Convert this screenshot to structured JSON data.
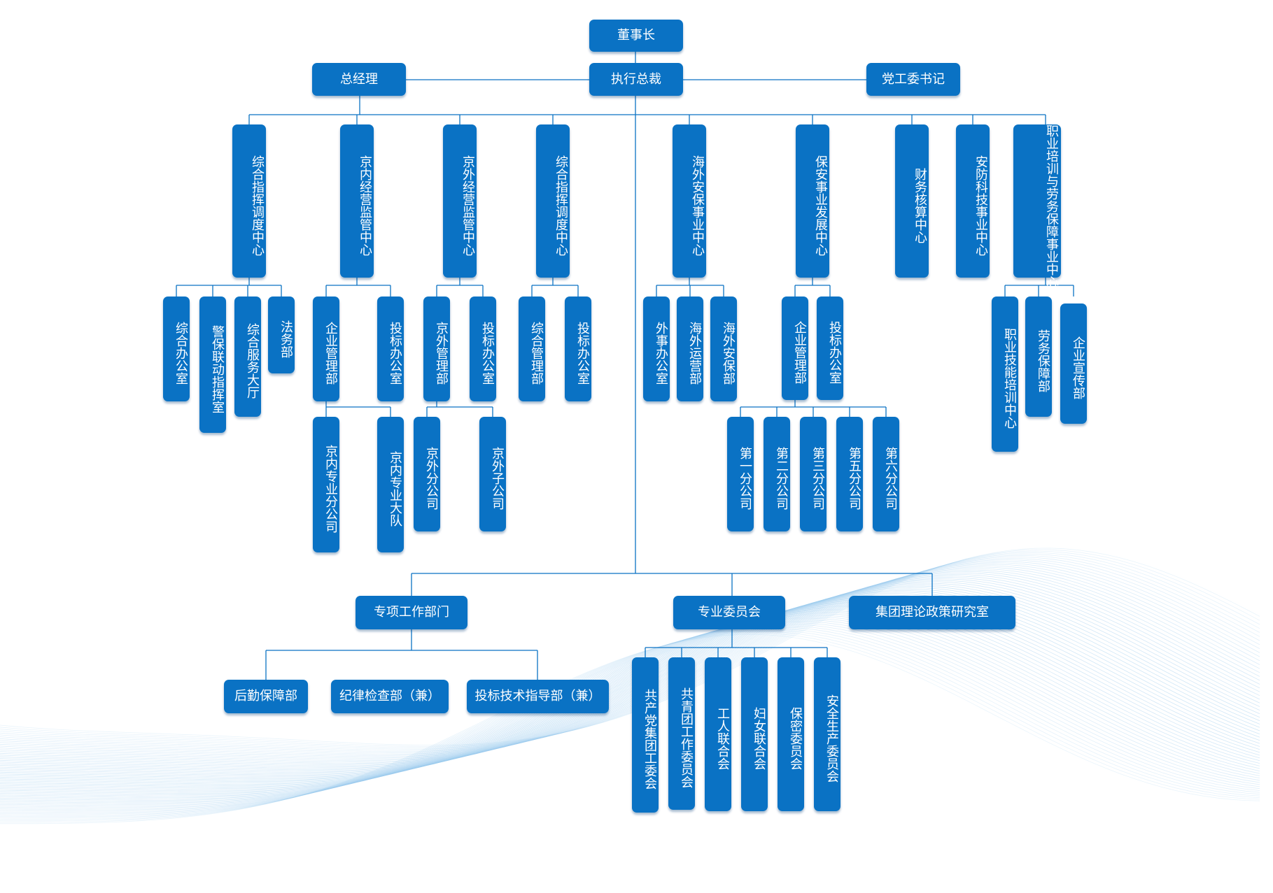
{
  "chairman": "董事长",
  "general_manager": "总经理",
  "executive_president": "执行总裁",
  "party_secretary": "党工委书记",
  "centers": [
    "综合指挥调度中心",
    "京内经营监管中心",
    "京外经营监管中心",
    "综合指挥调度中心",
    "海外安保事业中心",
    "保安事业发展中心",
    "财务核算中心",
    "安防科技事业中心",
    "职业培训与劳务保障事业中心"
  ],
  "departments": {
    "command_center_1": [
      "综合办公室",
      "警保联动指挥室",
      "综合服务大厅",
      "法务部"
    ],
    "beijing_inner": [
      "企业管理部",
      "投标办公室"
    ],
    "beijing_inner_sub": [
      "京内专业分公司",
      "京内专业大队"
    ],
    "beijing_outer": [
      "京外管理部",
      "投标办公室"
    ],
    "beijing_outer_sub": [
      "京外分公司",
      "京外子公司"
    ],
    "command_center_2": [
      "综合管理部",
      "投标办公室"
    ],
    "overseas": [
      "外事办公室",
      "海外运营部",
      "海外安保部"
    ],
    "security_dev": [
      "企业管理部",
      "投标办公室"
    ],
    "security_dev_sub": [
      "第一分公司",
      "第二分公司",
      "第三分公司",
      "第五分公司",
      "第六分公司"
    ],
    "training": [
      "职业技能培训中心",
      "劳务保障部",
      "企业宣传部"
    ]
  },
  "lower_groups": [
    "专项工作部门",
    "专业委员会",
    "集团理论政策研究室"
  ],
  "special_departments": [
    "后勤保障部",
    "纪律检查部（兼）",
    "投标技术指导部（兼）"
  ],
  "committees": [
    "共产党集团工委会",
    "共青团工作委员会",
    "工人联合会",
    "妇女联合会",
    "保密委员会",
    "安全生产委员会"
  ],
  "colors": {
    "node": "#0a72c4",
    "line": "#0a72c4"
  }
}
